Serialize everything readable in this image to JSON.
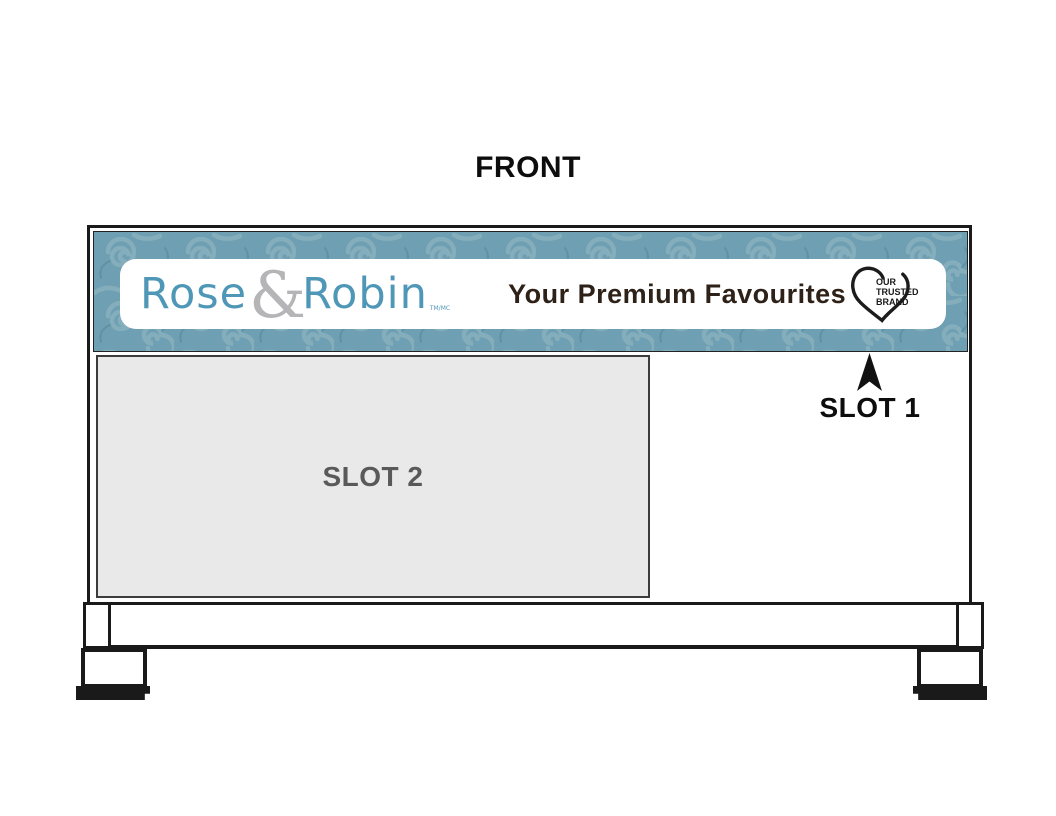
{
  "page": {
    "title": "FRONT"
  },
  "banner": {
    "brand": {
      "word1": "Rose",
      "amp": "&",
      "word2": "Robin",
      "tm": "TM/MC"
    },
    "tagline": "Your Premium Favourites",
    "badge": {
      "lines": [
        "OUR",
        "TRUSTED",
        "BRAND"
      ]
    },
    "colors": {
      "banner_teal": "#6e9fb2",
      "swirl_light": "#85aebc",
      "swirl_dark": "#5e92a4",
      "logo_blue": "#4f97b7",
      "ampersand_gray": "#b5b5b7",
      "tagline_dark": "#2e2118"
    }
  },
  "slots": {
    "slot1": {
      "label": "SLOT 1"
    },
    "slot2": {
      "label": "SLOT 2",
      "fill": "#e9e9e9",
      "text_color": "#595959"
    }
  }
}
